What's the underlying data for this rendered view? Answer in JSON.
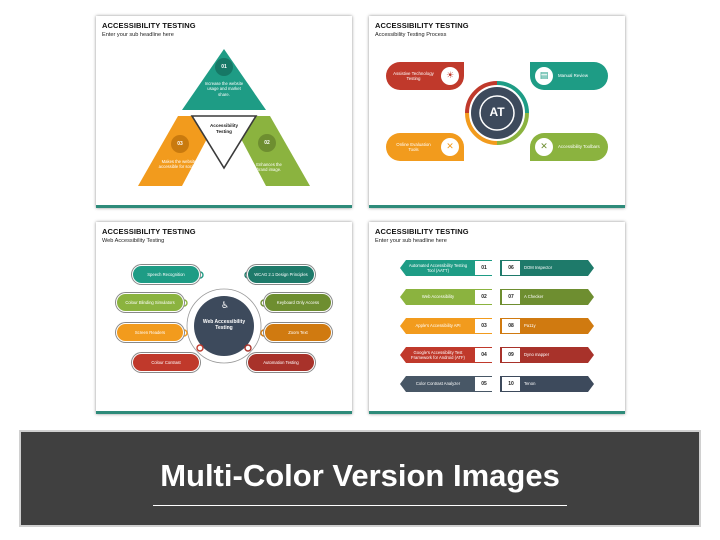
{
  "colors": {
    "teal": "#1e9c85",
    "green": "#8bb33f",
    "orange": "#f29b1d",
    "red": "#c0392b",
    "navy": "#3d4a5c",
    "darkgreen": "#6e8e30",
    "darkred": "#a8322a",
    "slate": "#485766"
  },
  "slide1": {
    "title": "ACCESSIBILITY TESTING",
    "subtitle": "Enter your sub headline here",
    "center": "Accessibility Testing",
    "items": [
      {
        "num": "01",
        "text": "Increase the website usage and market share."
      },
      {
        "num": "02",
        "text": "Enhances the brand image."
      },
      {
        "num": "03",
        "text": "Makes the website accessible for society."
      }
    ]
  },
  "slide2": {
    "title": "ACCESSIBILITY TESTING",
    "subtitle": "Accessibility Testing Process",
    "center": "AT",
    "items": [
      {
        "label": "Assistive Technology Testing",
        "icon": "lightbulb-icon"
      },
      {
        "label": "Manual Review",
        "icon": "clipboard-icon"
      },
      {
        "label": "Online Evaluation Tools",
        "icon": "tools-icon"
      },
      {
        "label": "Accessibility Toolbars",
        "icon": "wrench-icon"
      }
    ]
  },
  "slide3": {
    "title": "ACCESSIBILITY TESTING",
    "subtitle": "Web Accessibility Testing",
    "center": "Web Accessibility Testing",
    "left": [
      "Speech Recognition",
      "Colour Blinding Simulators",
      "Screen Readers",
      "Colour Contrast"
    ],
    "right": [
      "WCAG 2.1 Design Principles",
      "Keyboard Only Access",
      "Zoom Text",
      "Automation Testing"
    ]
  },
  "slide4": {
    "title": "ACCESSIBILITY TESTING",
    "subtitle": "Enter your sub headline here",
    "left": [
      {
        "num": "01",
        "label": "Automated Accessibility Testing Tool (AATT)"
      },
      {
        "num": "02",
        "label": "Web Accessibility"
      },
      {
        "num": "03",
        "label": "Apple's Accessibility API"
      },
      {
        "num": "04",
        "label": "Google's Accessibility Test Framework for Android (ATF)"
      },
      {
        "num": "05",
        "label": "Color Contrast Analyzer"
      }
    ],
    "right": [
      {
        "num": "06",
        "label": "DOM Inspector"
      },
      {
        "num": "07",
        "label": "A Checker"
      },
      {
        "num": "08",
        "label": "Pa11y"
      },
      {
        "num": "09",
        "label": "Dyno mapper"
      },
      {
        "num": "10",
        "label": "Tenon"
      }
    ]
  },
  "banner": {
    "title": "Multi-Color Version Images"
  }
}
